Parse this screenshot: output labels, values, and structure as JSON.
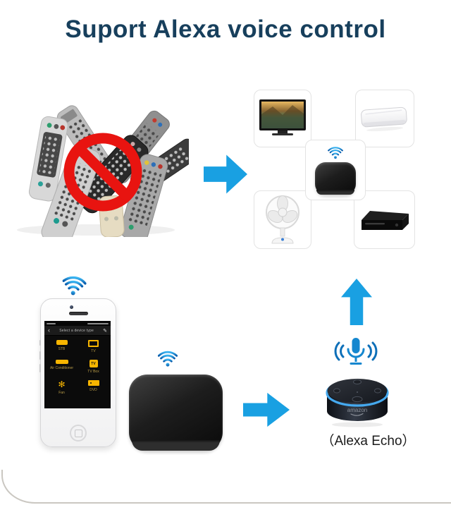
{
  "title": "Suport Alexa voice control",
  "caption": "（Alexa Echo）",
  "echo_brand": "amazon",
  "phone_app": {
    "header_title": "Select a device type",
    "icons": [
      {
        "label": "STB"
      },
      {
        "label": "TV"
      },
      {
        "label": "Air Conditioner"
      },
      {
        "label": "TV Box",
        "badge": "TV"
      },
      {
        "label": "Fan"
      },
      {
        "label": "DVD"
      }
    ]
  },
  "icons": {
    "prohibition": "no-remotes-icon",
    "wifi": "wifi-icon",
    "microphone": "voice-mic-icon",
    "arrow": "flow-arrow-icon"
  },
  "colors": {
    "title_text": "#173f5c",
    "arrow_blue": "#19a0e2",
    "wifi_blue": "#1585d8",
    "prohibition_red": "#e81410",
    "phone_icon_yellow": "#f7b500"
  }
}
